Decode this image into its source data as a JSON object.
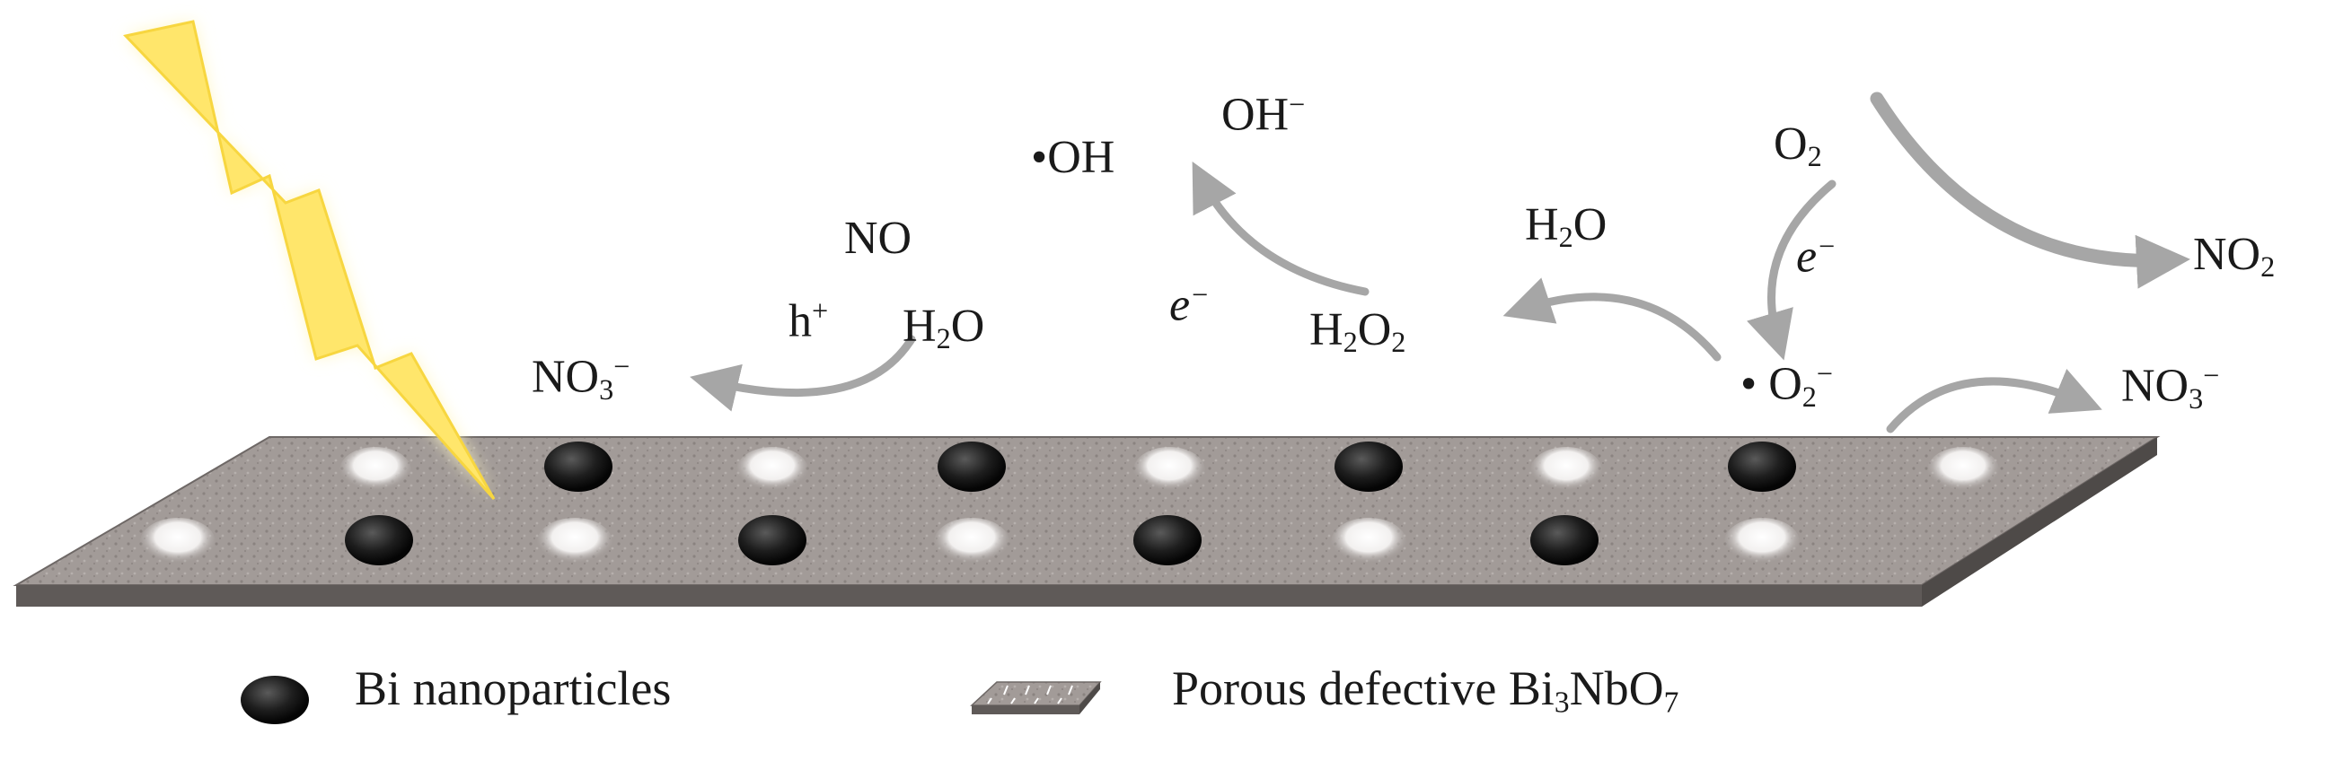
{
  "species": {
    "oh_radical": "•OH",
    "oh_minus": {
      "base": "OH",
      "sup": "−"
    },
    "no": "NO",
    "h_plus": {
      "base": "h",
      "sup": "+"
    },
    "h2o_left": {
      "a": "H",
      "sub": "2",
      "b": "O"
    },
    "no3_left": {
      "a": "NO",
      "sub": "3",
      "sup": "−"
    },
    "e_minus_mid": {
      "base": "e",
      "sup": "−"
    },
    "h2o2": {
      "a": "H",
      "sub1": "2",
      "b": "O",
      "sub2": "2"
    },
    "h2o_right": {
      "a": "H",
      "sub": "2",
      "b": "O"
    },
    "o2": {
      "a": "O",
      "sub": "2"
    },
    "e_minus_right": {
      "base": "e",
      "sup": "−"
    },
    "superoxide": {
      "dot": "•",
      "a": "O",
      "sub": "2",
      "sup": "−"
    },
    "no2": {
      "a": "NO",
      "sub": "2"
    },
    "no3_right": {
      "a": "NO",
      "sub": "3",
      "sup": "−"
    }
  },
  "legend": {
    "bi": "Bi nanoparticles",
    "substrate": {
      "a": "Porous defective Bi",
      "sub1": "3",
      "b": "NbO",
      "sub2": "7"
    }
  },
  "colors": {
    "lightning_fill": "#ffe66b",
    "lightning_glow": "#fff7c4",
    "arrow": "#a6a6a6",
    "plate_top": "#9e9794",
    "plate_edge": "#5f5a58",
    "particle": "#1c1c1c"
  }
}
